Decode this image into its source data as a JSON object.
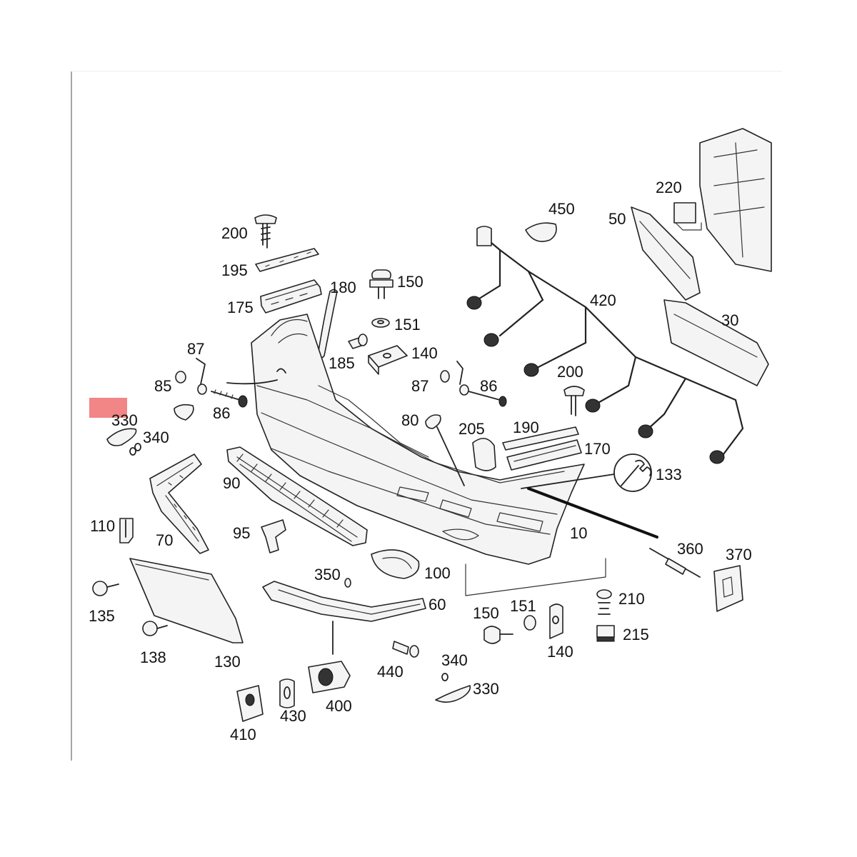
{
  "colors": {
    "background": "#ffffff",
    "highlight": "#f07070",
    "frame_line": "#888888"
  },
  "labels": {
    "p200_top": "200",
    "p195": "195",
    "p175": "175",
    "p180": "180",
    "p150_top": "150",
    "p151_top": "151",
    "p185": "185",
    "p140_top": "140",
    "p87_left": "87",
    "p85": "85",
    "p86_left": "86",
    "p330_left": "330",
    "p340_left": "340",
    "p87_mid": "87",
    "p86_mid": "86",
    "p80": "80",
    "p205": "205",
    "p190": "190",
    "p170": "170",
    "p133": "133",
    "p450": "450",
    "p420": "420",
    "p200_mid": "200",
    "p220": "220",
    "p50": "50",
    "p30": "30",
    "p90": "90",
    "p110": "110",
    "p70": "70",
    "p95": "95",
    "p10": "10",
    "p360": "360",
    "p370": "370",
    "p350": "350",
    "p100": "100",
    "p60": "60",
    "p210": "210",
    "p215": "215",
    "p150_bot": "150",
    "p151_bot": "151",
    "p140_bot": "140",
    "p135": "135",
    "p138": "138",
    "p130": "130",
    "p440": "440",
    "p340_bot": "340",
    "p330_bot": "330",
    "p410": "410",
    "p430": "430",
    "p400": "400"
  }
}
